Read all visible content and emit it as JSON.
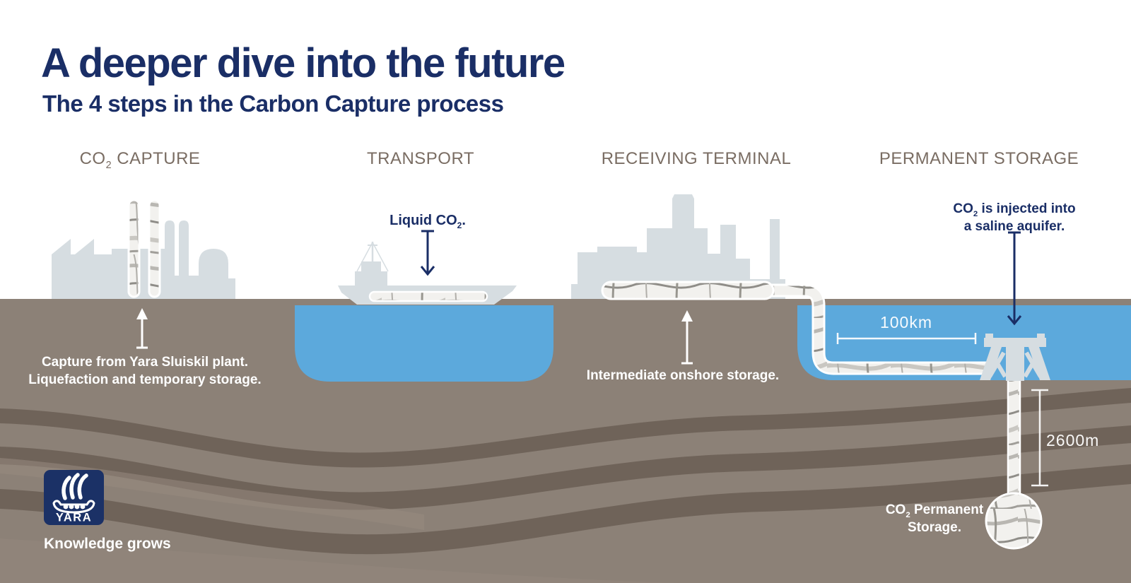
{
  "header": {
    "title": "A deeper dive into the future",
    "subtitle": "The 4 steps in the Carbon Capture process"
  },
  "steps": {
    "capture": {
      "pre": "CO",
      "sub": "2",
      "post": " CAPTURE"
    },
    "transport": {
      "label": "TRANSPORT"
    },
    "terminal": {
      "label": "RECEIVING TERMINAL"
    },
    "storage": {
      "label": "PERMANENT STORAGE"
    }
  },
  "annotations": {
    "capture_line1": "Capture from Yara Sluiskil plant.",
    "capture_line2": "Liquefaction and temporary storage.",
    "liquid": {
      "pre": "Liquid CO",
      "sub": "2",
      "post": "."
    },
    "terminal_note": "Intermediate onshore storage.",
    "inject_line1": {
      "pre": "CO",
      "sub": "2",
      "post": " is injected into"
    },
    "inject_line2": "a saline aquifer.",
    "distance": "100km",
    "depth": "2600m",
    "reservoir_line1": {
      "pre": "CO",
      "sub": "2",
      "post": " Permanent"
    },
    "reservoir_line2": "Storage."
  },
  "logo": {
    "wordmark": "YARA",
    "tagline": "Knowledge grows"
  },
  "colors": {
    "navy": "#1a2e66",
    "water_blue": "#5ca9dc",
    "ground_brown": "#8c8177",
    "strata_dark": "#6f6359",
    "strata_light": "#978b80",
    "silhouette_gray": "#d6dde1",
    "heading_gray": "#7a6d63",
    "white": "#ffffff"
  }
}
